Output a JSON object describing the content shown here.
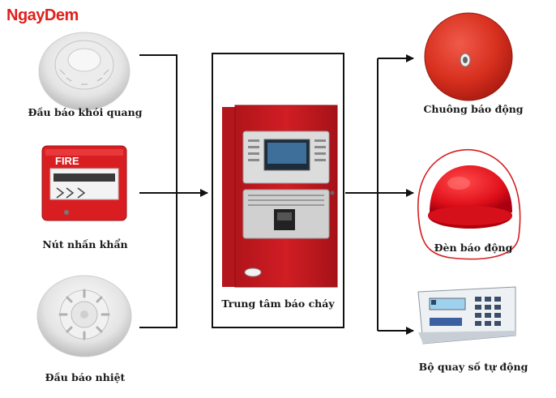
{
  "brand": {
    "part1": "Ngay",
    "part2": "Dem"
  },
  "inputs": [
    {
      "label": "Đầu báo khói quang",
      "icon": "smoke-detector-icon"
    },
    {
      "label": "Nút nhấn khẩn",
      "icon": "manual-call-point-icon",
      "device_text": "FIRE"
    },
    {
      "label": "Đầu báo nhiệt",
      "icon": "heat-detector-icon"
    }
  ],
  "center": {
    "label": "Trung tâm báo cháy",
    "icon": "fire-alarm-control-panel-icon"
  },
  "outputs": [
    {
      "label": "Chuông báo động",
      "icon": "alarm-bell-icon"
    },
    {
      "label": "Đèn báo động",
      "icon": "alarm-strobe-light-icon",
      "highlighted": true
    },
    {
      "label": "Bộ quay số tự động",
      "icon": "auto-dialer-icon"
    }
  ],
  "colors": {
    "brand_red": "#e0201c",
    "panel_red": "#c8191e",
    "highlight_ring": "#d42020",
    "line": "#111111"
  }
}
